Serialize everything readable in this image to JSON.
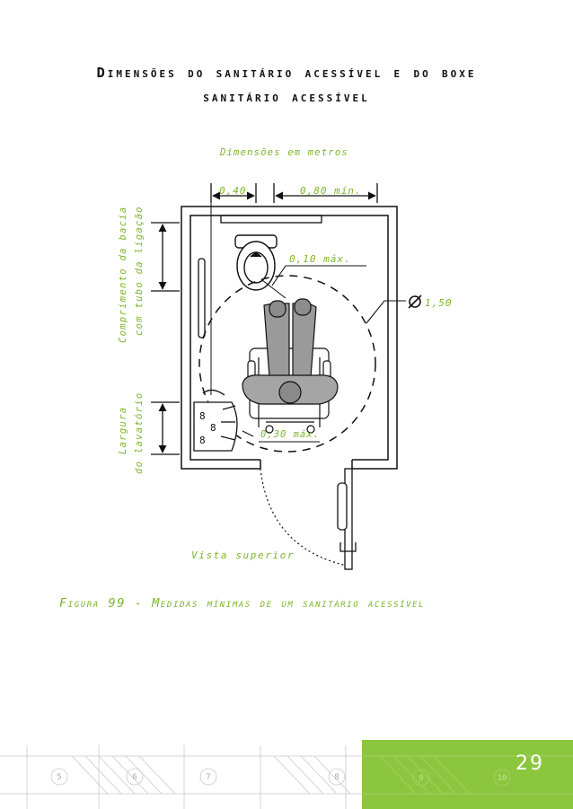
{
  "heading": {
    "line1": "Dimensões do sanitário acessível e do boxe",
    "line2": "sanitário acessível"
  },
  "diagram": {
    "units_note": "Dimensões em metros",
    "dim_top_left": "0,40",
    "dim_top_right": "0,80 mín.",
    "dim_toilet": "0,10 máx.",
    "dim_circle": "1,50",
    "dim_sink": "0,30 máx.",
    "label_bowl_line1": "Comprimento da bacia",
    "label_bowl_line2": "com tubo da ligação",
    "label_sink_line1": "Largura",
    "label_sink_line2": "do lavatório",
    "view_label": "Vista superior",
    "accent_color": "#7bb52a"
  },
  "caption": "Figura 99 - Medidas mínimas de um sanitário acessível",
  "footer": {
    "page_number": "29",
    "plan_numbers": [
      "5",
      "6",
      "7",
      "8",
      "9",
      "10"
    ],
    "color": "#8cc63f"
  }
}
